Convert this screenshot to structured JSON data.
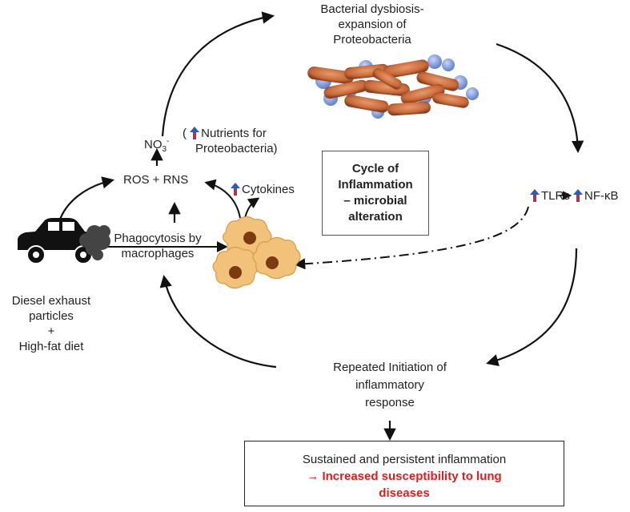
{
  "bacteria_label": [
    "Bacterial dysbiosis-",
    "expansion of",
    "Proteobacteria"
  ],
  "nitrate": {
    "base": "NO",
    "sub": "3",
    "sup": "-"
  },
  "nutrients": {
    "open_paren": "(",
    "line1": "Nutrients for",
    "line2": "Proteobacteria)"
  },
  "ros_rns": "ROS + RNS",
  "cytokines": "Cytokines",
  "phagocytosis": [
    "Phagocytosis by",
    "macrophages"
  ],
  "cycle_box": [
    "Cycle of",
    "Inflammation",
    "– microbial",
    "alteration"
  ],
  "tlrs": "TLRs",
  "nfkb": "NF-κB",
  "exposure": [
    "Diesel exhaust",
    "particles",
    "+",
    "High-fat diet"
  ],
  "repeated": [
    "Repeated Initiation of",
    "inflammatory",
    "response"
  ],
  "outcome": {
    "line1": "Sustained and persistent inflammation",
    "arrow": "→",
    "line2": "Increased susceptibility to lung",
    "line3": "diseases"
  },
  "colors": {
    "up_arrow_blue": "#2c5bb3",
    "up_arrow_red": "#d8262a",
    "outcome_red": "#e8191b",
    "bacteria": "#c96a3a",
    "macrophage": "#f2c27a"
  }
}
